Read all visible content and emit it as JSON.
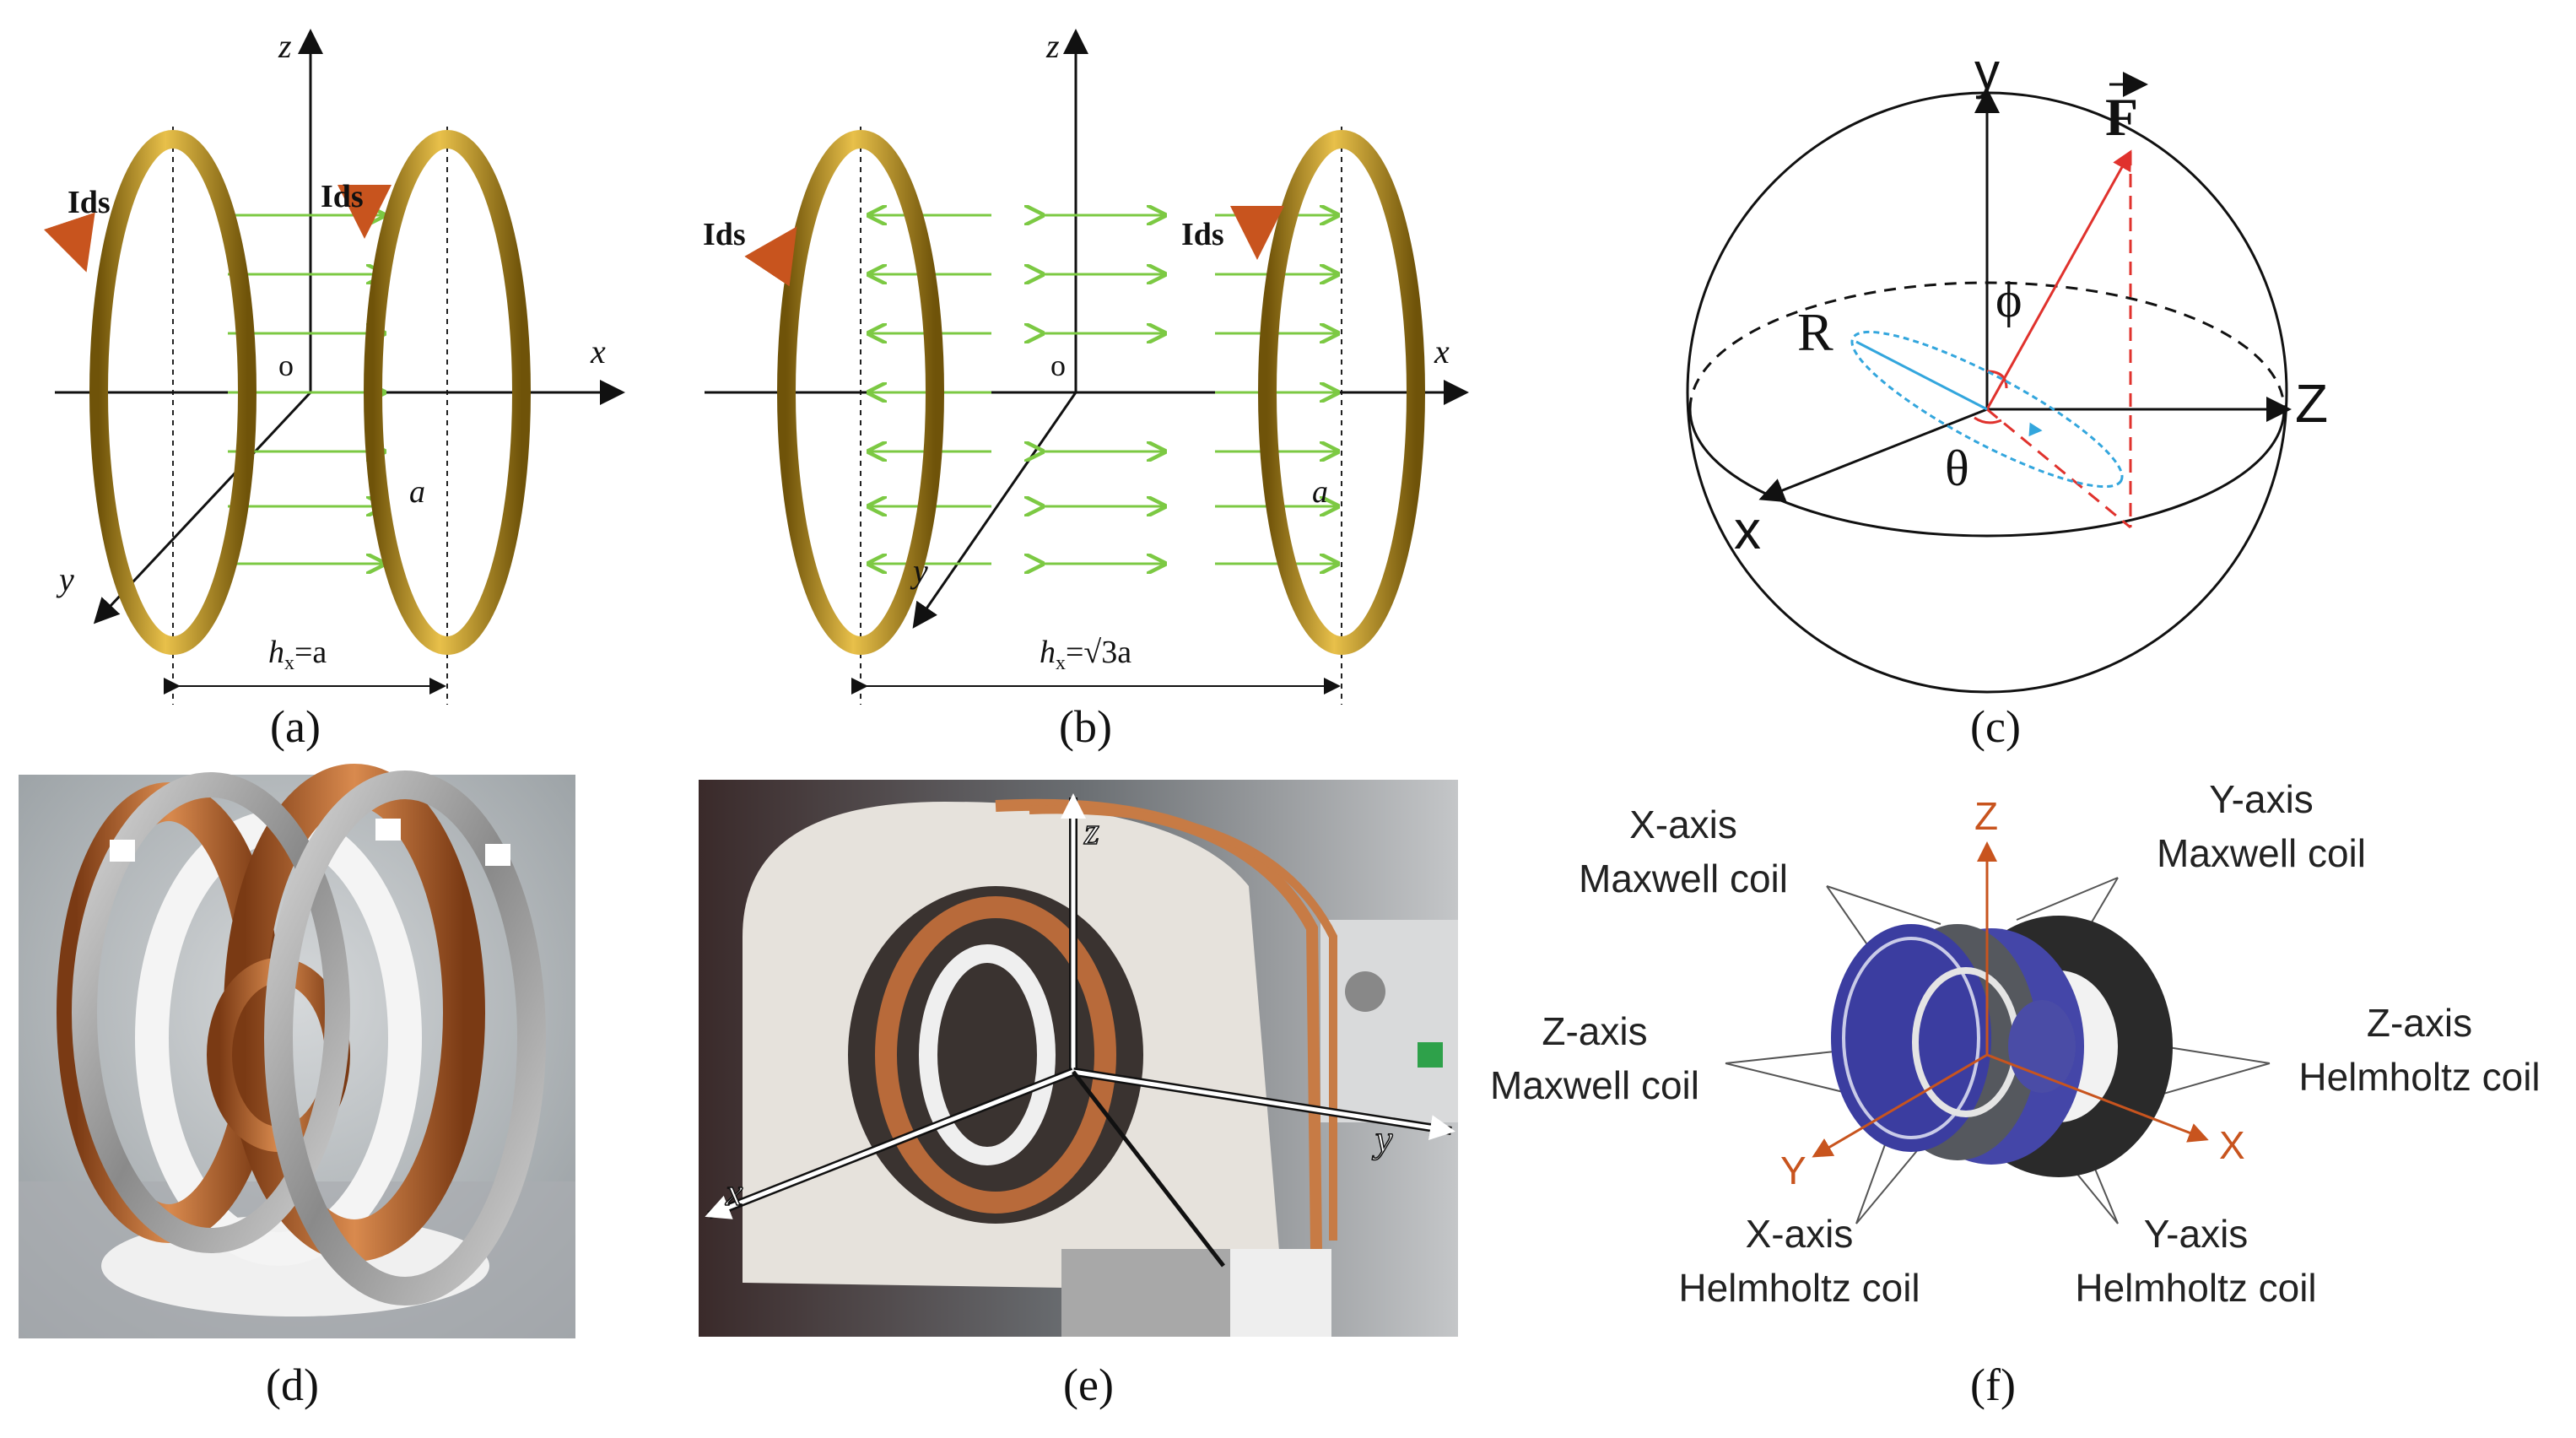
{
  "captions": [
    "(a)",
    "(b)",
    "(c)",
    "(d)",
    "(e)",
    "(f)"
  ],
  "panel_a": {
    "axis_z": "z",
    "axis_x": "x",
    "axis_y": "y",
    "origin": "o",
    "current_left": "Ids",
    "current_right": "Ids",
    "radius": "a",
    "spacing": "h",
    "spacing_sub": "x",
    "spacing_value": "=a"
  },
  "panel_b": {
    "axis_z": "z",
    "axis_x": "x",
    "axis_y": "y",
    "origin": "o",
    "current_left": "Ids",
    "current_right": "Ids",
    "radius": "a",
    "spacing": "h",
    "spacing_sub": "x",
    "spacing_value": "=√3a"
  },
  "panel_c": {
    "axis_y": "y",
    "axis_z": "Z",
    "axis_x": "x",
    "force": "F",
    "radius": "R",
    "phi": "ϕ",
    "theta": "θ"
  },
  "panel_e": {
    "axis_z": "z",
    "axis_x": "x",
    "axis_y": "y"
  },
  "panel_f": {
    "x_maxwell": [
      "X-axis",
      "Maxwell coil"
    ],
    "y_maxwell": [
      "Y-axis",
      "Maxwell coil"
    ],
    "z_maxwell": [
      "Z-axis",
      "Maxwell coil"
    ],
    "z_helmholtz": [
      "Z-axis",
      "Helmholtz coil"
    ],
    "x_helmholtz": [
      "X-axis",
      "Helmholtz coil"
    ],
    "y_helmholtz": [
      "Y-axis",
      "Helmholtz coil"
    ],
    "axis_z": "Z",
    "axis_x": "X",
    "axis_y": "Y"
  },
  "colors": {
    "coil_gold": "#b8921c",
    "field_green": "#7cc943",
    "force_red": "#e0322d",
    "orbit_blue": "#33a6dd",
    "axis_orange": "#c8541e",
    "coil_blue": "#3b3da0"
  }
}
